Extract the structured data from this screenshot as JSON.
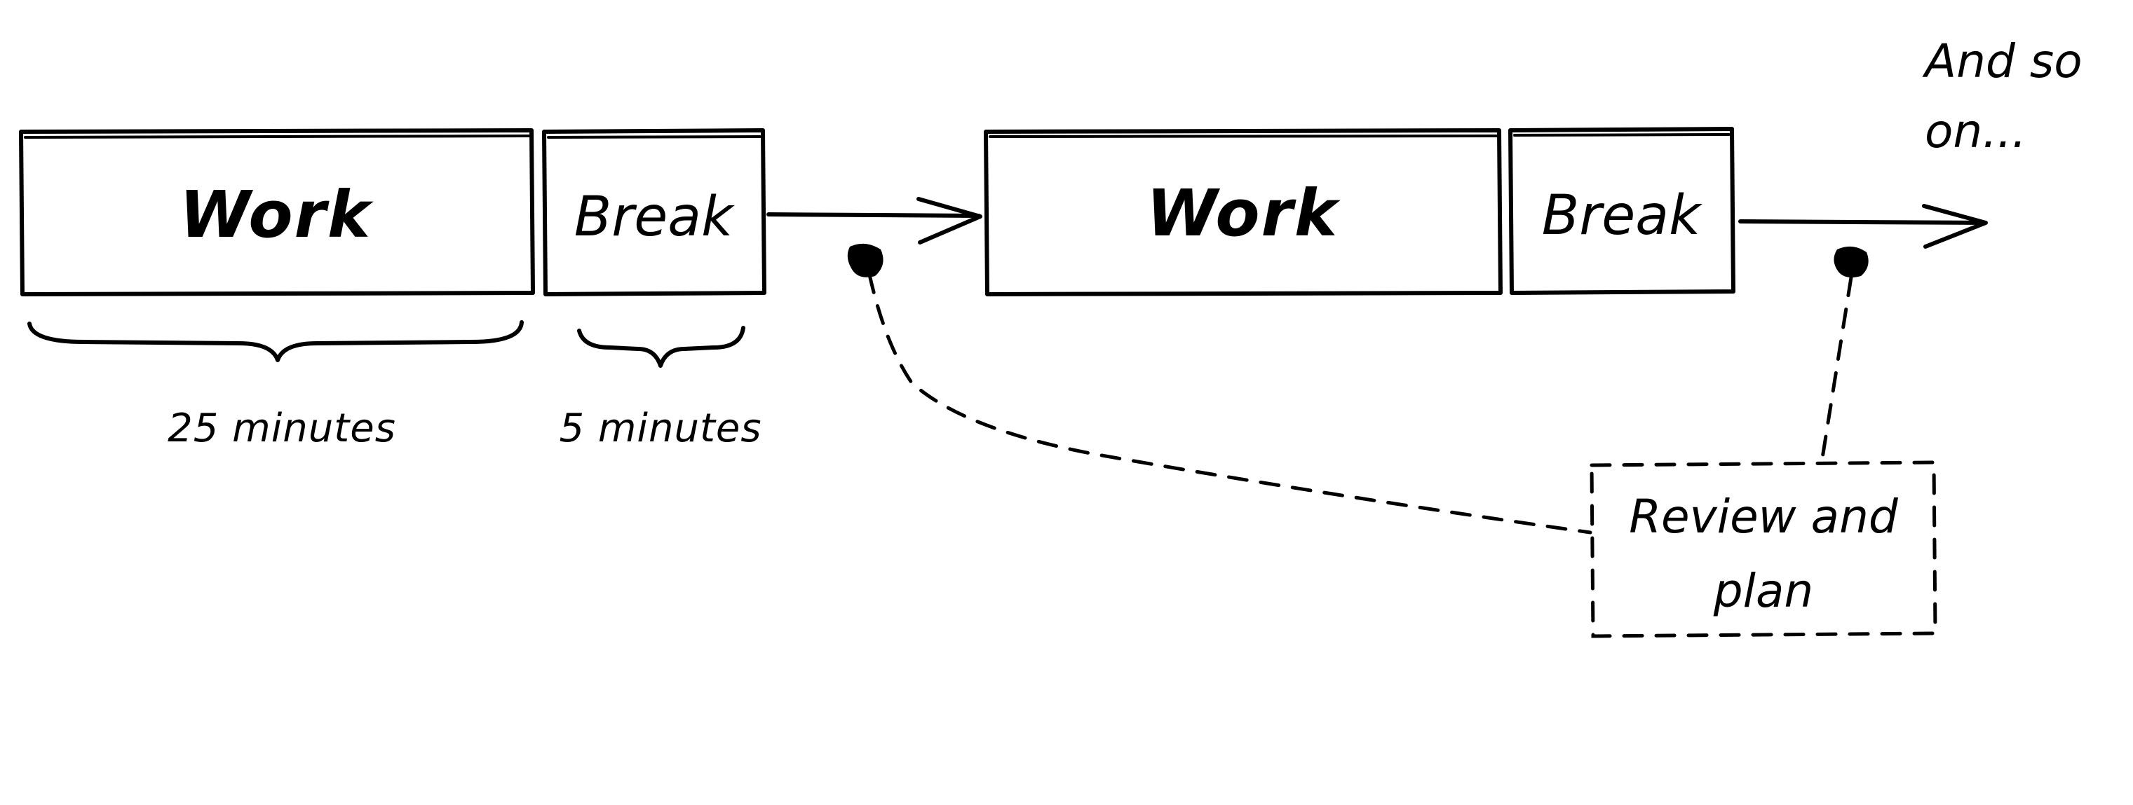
{
  "blocks": {
    "work_1": "Work",
    "break_1": "Break",
    "work_2": "Work",
    "break_2": "Break"
  },
  "durations": {
    "work": "25 minutes",
    "break": "5 minutes"
  },
  "continuation": {
    "line1": "And so",
    "line2": "on..."
  },
  "note": {
    "line1": "Review and",
    "line2": "plan"
  }
}
